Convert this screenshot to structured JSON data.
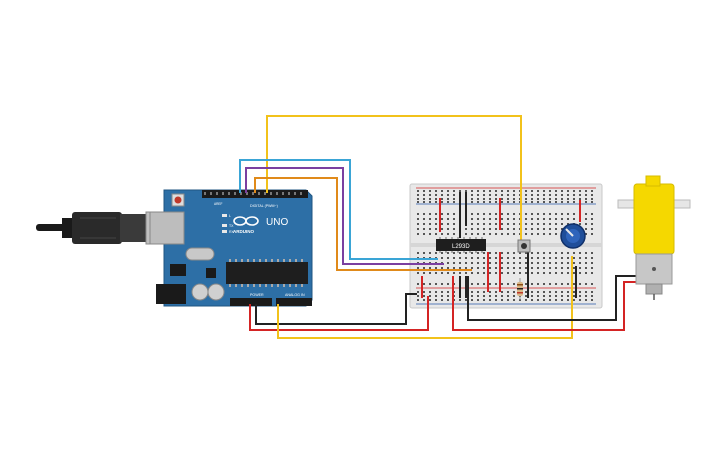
{
  "arduino": {
    "brand": "ARDUINO",
    "model": "UNO",
    "digital_label": "DIGITAL (PWM~)",
    "power_label": "POWER",
    "analog_label": "ANALOG IN",
    "tx_label": "TX",
    "rx_label": "RX",
    "aref_label": "AREF",
    "l_label": "L"
  },
  "chip": {
    "label": "L293D"
  },
  "colors": {
    "arduino_board": "#2d6fa6",
    "breadboard": "#e8e8e8",
    "wire_yellow": "#f2c21b",
    "wire_blue": "#3aa5d6",
    "wire_purple": "#7b3fa0",
    "wire_orange": "#e08a1a",
    "wire_black": "#222222",
    "wire_red": "#d42424",
    "motor_yellow": "#f5d800"
  },
  "components": {
    "usb_cable": "usb-b-cable",
    "breadboard": "half-size-breadboard",
    "driver": "L293D motor driver",
    "pushbutton": "pushbutton",
    "resistor": "resistor",
    "potentiometer": "potentiometer",
    "motor": "dc-gear-motor"
  }
}
